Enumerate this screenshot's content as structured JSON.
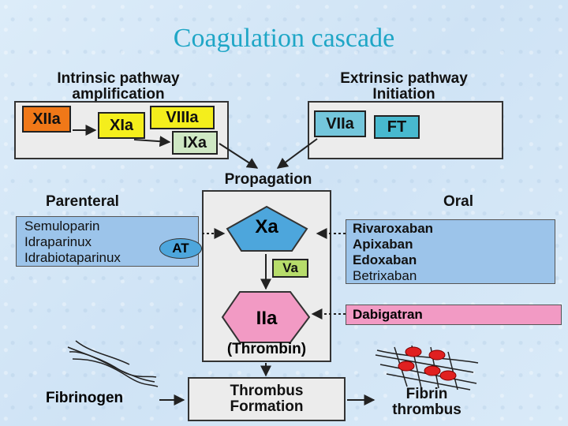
{
  "title": "Coagulation cascade",
  "intrinsic": {
    "header_line1": "Intrinsic pathway",
    "header_line2": "amplification",
    "factors": [
      "XIIa",
      "XIa",
      "VIIIa",
      "IXa"
    ]
  },
  "extrinsic": {
    "header_line1": "Extrinsic pathway",
    "header_line2": "Initiation",
    "factors": [
      "VIIa",
      "FT"
    ]
  },
  "propagation": {
    "label": "Propagation",
    "xa": "Xa",
    "va": "Va",
    "iia": "IIa",
    "thrombin": "(Thrombin)"
  },
  "parenteral": {
    "header": "Parenteral",
    "drugs": [
      "Semuloparin",
      "Idraparinux",
      "Idrabiotaparinux"
    ],
    "at": "AT"
  },
  "oral": {
    "header": "Oral",
    "drugs": [
      "Rivaroxaban",
      "Apixaban",
      "Edoxaban",
      "Betrixaban"
    ],
    "dabigatran": "Dabigatran"
  },
  "bottom": {
    "fibrinogen": "Fibrinogen",
    "thrombus_line1": "Thrombus",
    "thrombus_line2": "Formation",
    "fibrin_line1": "Fibrin",
    "fibrin_line2": "thrombus"
  },
  "colors": {
    "title": "#1fa6c6",
    "xiia": "#f07818",
    "yellow": "#f4ee1c",
    "ixa": "#cfe8c4",
    "viia": "#74c6dc",
    "ft": "#48b9cf",
    "xa": "#4da6dc",
    "va": "#b7dc6b",
    "iia": "#f29ac4",
    "list": "#9cc4ea",
    "dabigatran": "#f29ac4",
    "clot": "#e02020"
  }
}
